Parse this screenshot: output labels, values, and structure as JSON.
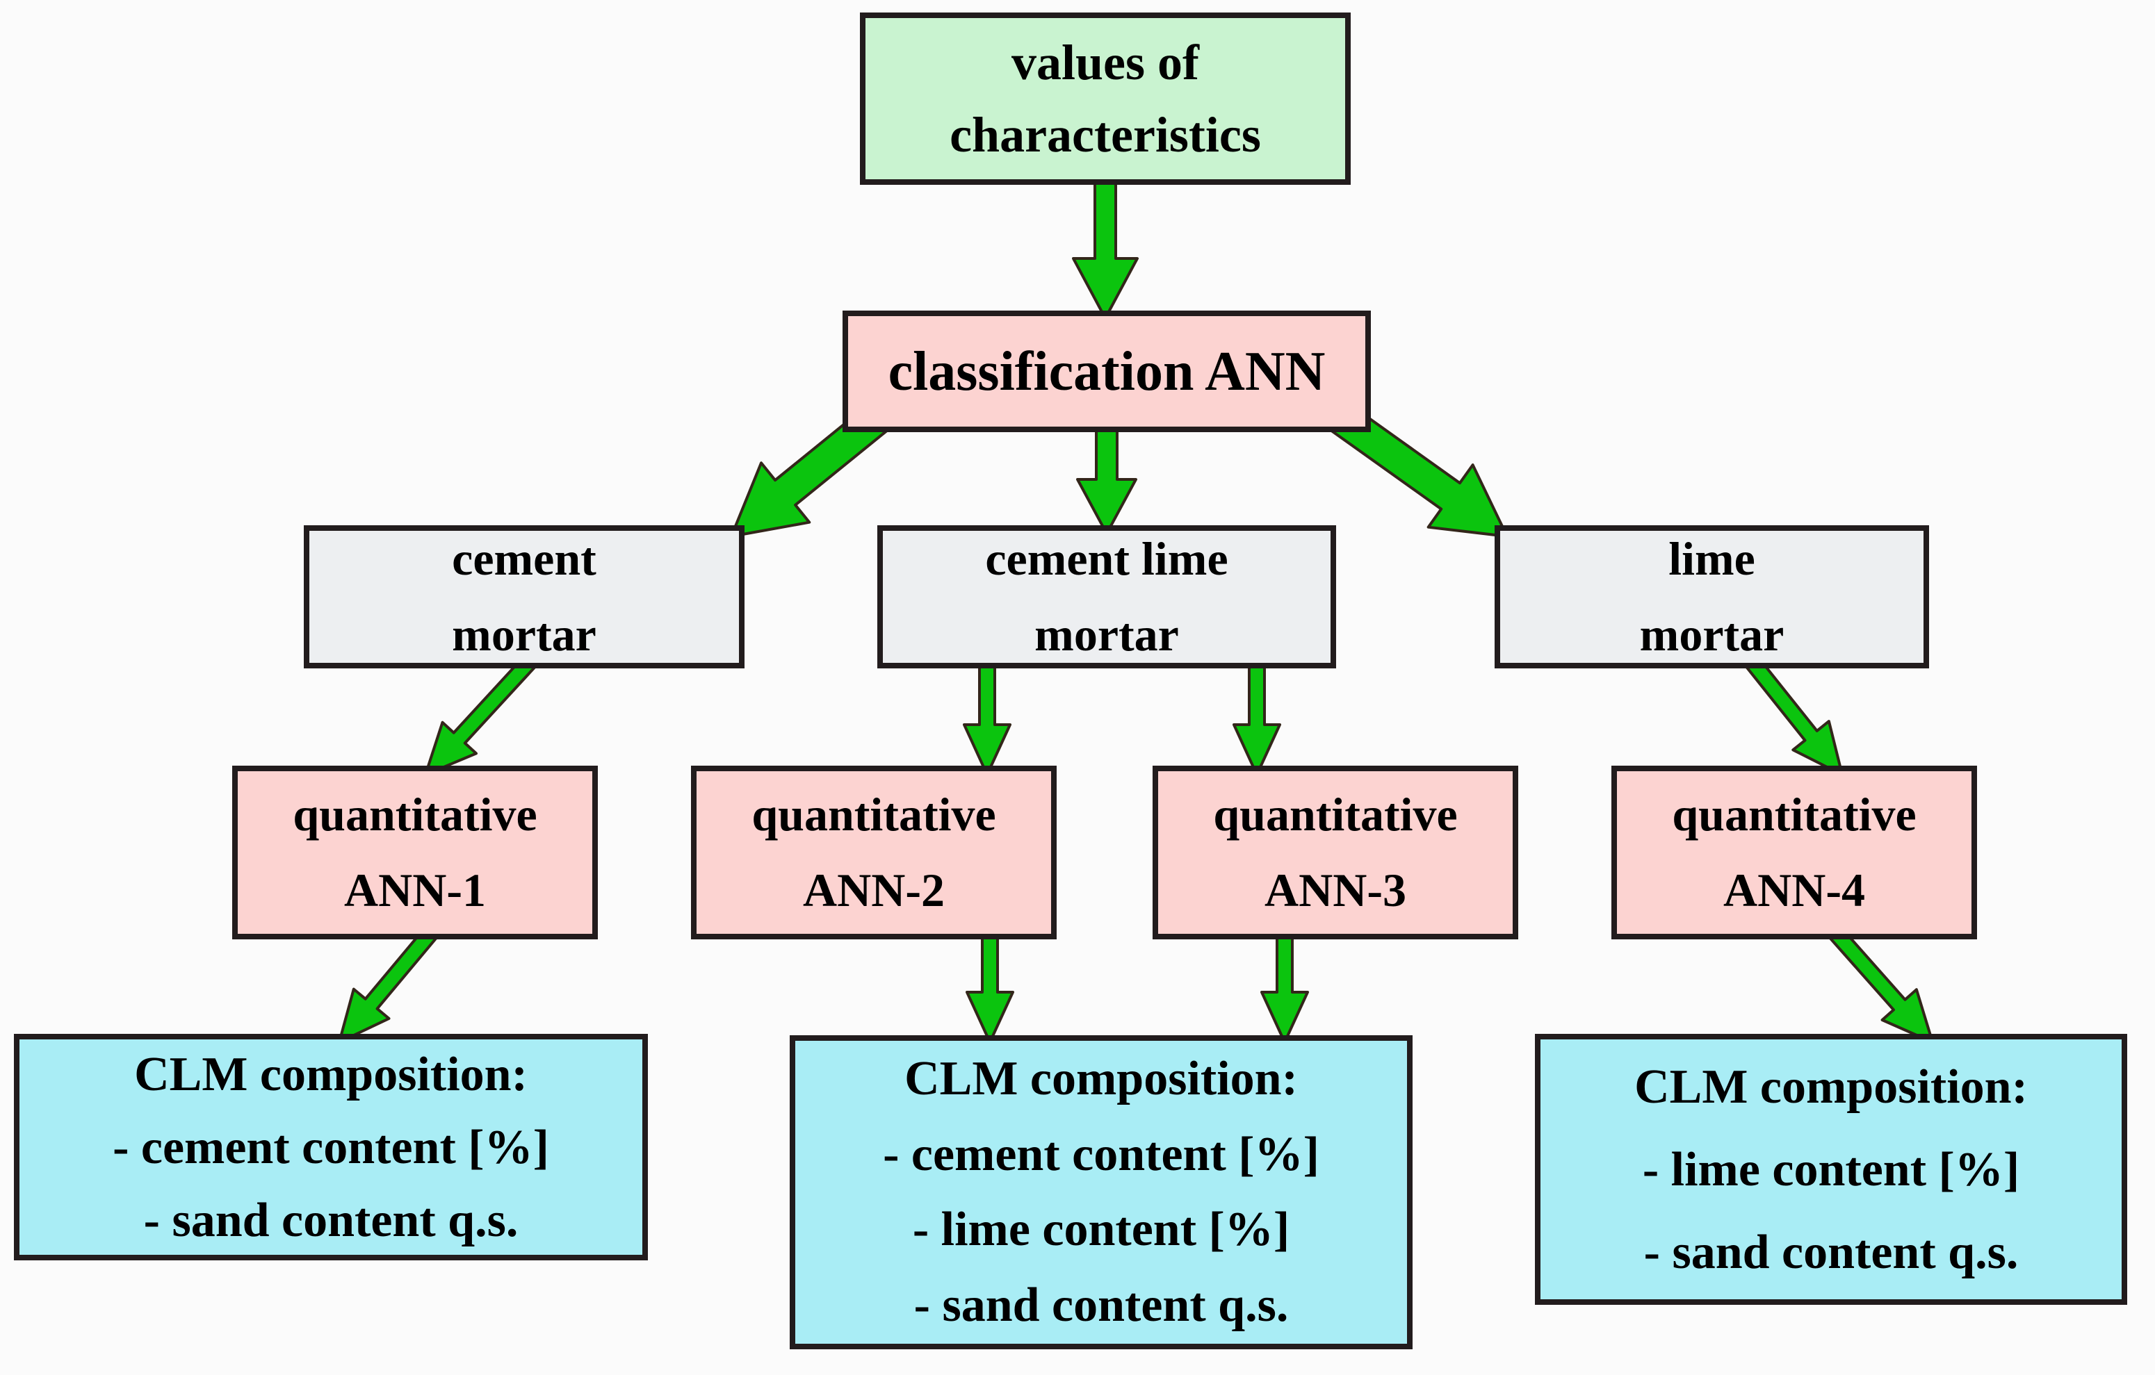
{
  "diagram": {
    "type": "flowchart",
    "background": "#fbfbfb",
    "colors": {
      "border": "#221c1d",
      "text": "#000000",
      "arrow_fill": "#0bc40e",
      "arrow_outline": "#33261a",
      "input_fill": "#c9f3d0",
      "ann_fill": "#fcd3d1",
      "mortar_fill": "#edeff1",
      "output_fill": "#a9edf5"
    },
    "nodes": {
      "values": {
        "lines": [
          "values of",
          "characteristics"
        ],
        "fill": "#c9f3d0"
      },
      "classification": {
        "lines": [
          "classification ANN"
        ],
        "fill": "#fcd3d1"
      },
      "cement_mortar": {
        "lines": [
          "cement",
          "mortar"
        ],
        "fill": "#edeff1"
      },
      "cement_lime_mortar": {
        "lines": [
          "cement lime",
          "mortar"
        ],
        "fill": "#edeff1"
      },
      "lime_mortar": {
        "lines": [
          "lime",
          "mortar"
        ],
        "fill": "#edeff1"
      },
      "ann1": {
        "lines": [
          "quantitative",
          "ANN-1"
        ],
        "fill": "#fcd3d1"
      },
      "ann2": {
        "lines": [
          "quantitative",
          "ANN-2"
        ],
        "fill": "#fcd3d1"
      },
      "ann3": {
        "lines": [
          "quantitative",
          "ANN-3"
        ],
        "fill": "#fcd3d1"
      },
      "ann4": {
        "lines": [
          "quantitative",
          "ANN-4"
        ],
        "fill": "#fcd3d1"
      },
      "clm1": {
        "lines": [
          "CLM composition:",
          "- cement content [%]",
          "- sand content q.s."
        ],
        "fill": "#a9edf5"
      },
      "clm2": {
        "lines": [
          "CLM composition:",
          "- cement content [%]",
          "- lime content [%]",
          "- sand content q.s."
        ],
        "fill": "#a9edf5"
      },
      "clm3": {
        "lines": [
          "CLM composition:",
          "- lime content [%]",
          "- sand content q.s."
        ],
        "fill": "#a9edf5"
      }
    },
    "arrows": [
      {
        "id": "arrow-values-to-classification",
        "from": "values",
        "to": "classification"
      },
      {
        "id": "arrow-classification-to-cement-mortar",
        "from": "classification",
        "to": "cement_mortar"
      },
      {
        "id": "arrow-classification-to-cement-lime-mortar",
        "from": "classification",
        "to": "cement_lime_mortar"
      },
      {
        "id": "arrow-classification-to-lime-mortar",
        "from": "classification",
        "to": "lime_mortar"
      },
      {
        "id": "arrow-cement-mortar-to-ann1",
        "from": "cement_mortar",
        "to": "ann1"
      },
      {
        "id": "arrow-cement-lime-mortar-to-ann2",
        "from": "cement_lime_mortar",
        "to": "ann2"
      },
      {
        "id": "arrow-cement-lime-mortar-to-ann3",
        "from": "cement_lime_mortar",
        "to": "ann3"
      },
      {
        "id": "arrow-lime-mortar-to-ann4",
        "from": "lime_mortar",
        "to": "ann4"
      },
      {
        "id": "arrow-ann1-to-clm1",
        "from": "ann1",
        "to": "clm1"
      },
      {
        "id": "arrow-ann2-to-clm2",
        "from": "ann2",
        "to": "clm2"
      },
      {
        "id": "arrow-ann3-to-clm2",
        "from": "ann3",
        "to": "clm2"
      },
      {
        "id": "arrow-ann4-to-clm3",
        "from": "ann4",
        "to": "clm3"
      }
    ]
  }
}
